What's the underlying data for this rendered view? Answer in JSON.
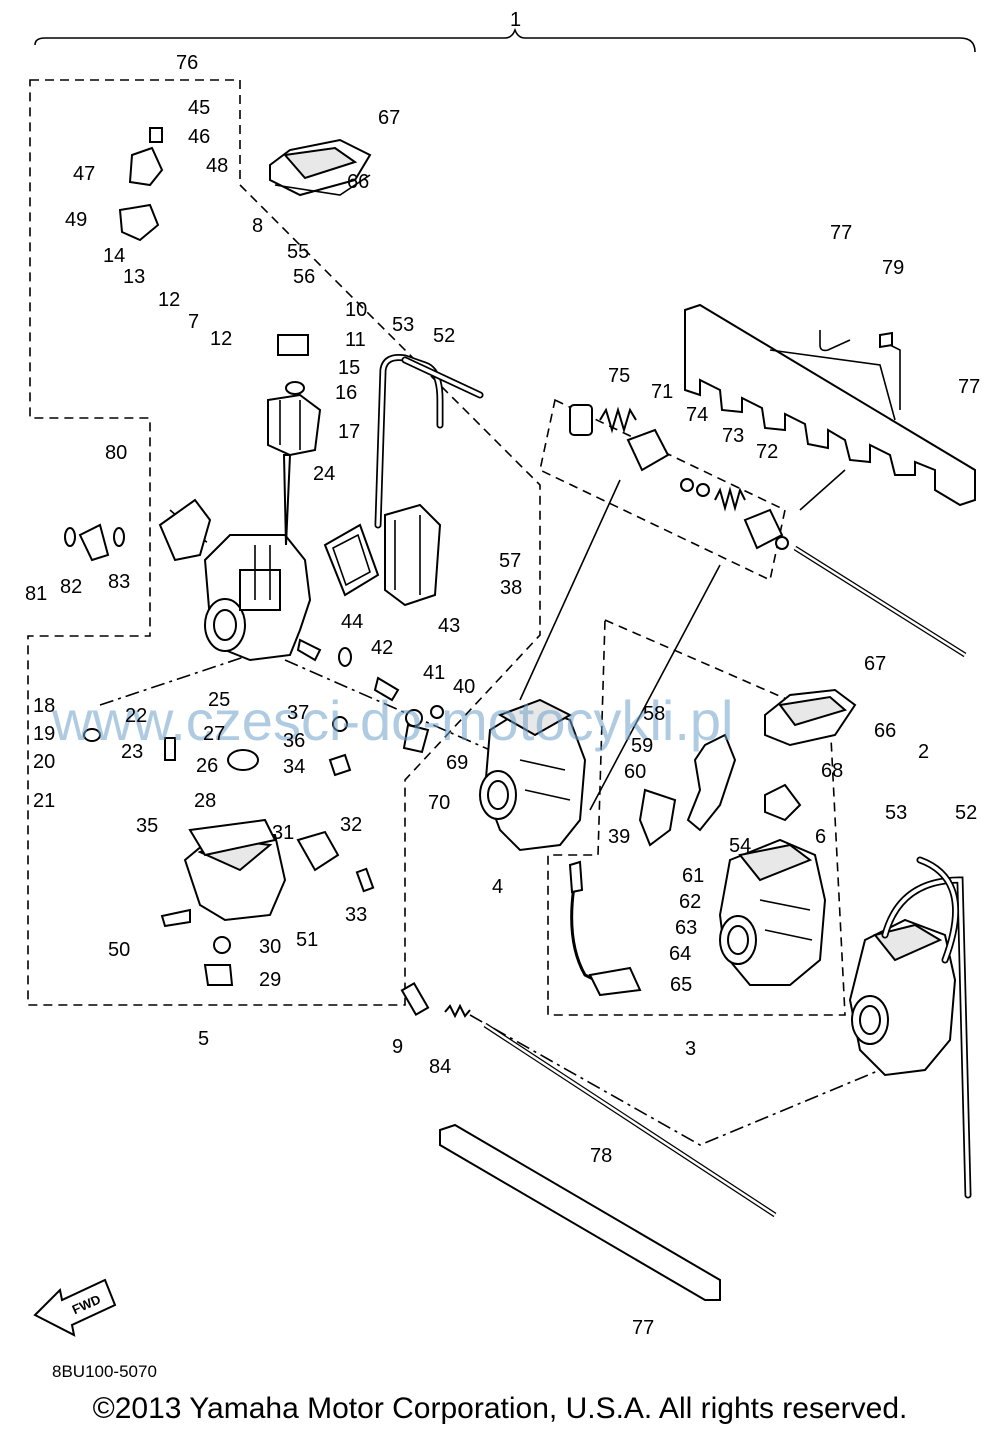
{
  "watermark": "www.czesci-do-motocykli.pl",
  "reference_code": "8BU100-5070",
  "copyright": "©2013 Yamaha Motor Corporation, U.S.A. All rights reserved.",
  "fwd_label": "FWD",
  "callouts": [
    "1",
    "2",
    "3",
    "4",
    "5",
    "6",
    "7",
    "8",
    "10",
    "11",
    "12",
    "13",
    "14",
    "15",
    "16",
    "17",
    "18",
    "19",
    "20",
    "21",
    "22",
    "23",
    "24",
    "25",
    "26",
    "27",
    "28",
    "29",
    "30",
    "31",
    "32",
    "33",
    "34",
    "35",
    "36",
    "37",
    "38",
    "39",
    "40",
    "41",
    "42",
    "43",
    "44",
    "45",
    "46",
    "47",
    "48",
    "49",
    "50",
    "51",
    "52",
    "53",
    "54",
    "55",
    "56",
    "57",
    "58",
    "59",
    "60",
    "61",
    "62",
    "63",
    "64",
    "65",
    "66",
    "67",
    "68",
    "69",
    "70",
    "71",
    "72",
    "73",
    "74",
    "75",
    "76",
    "77",
    "78",
    "79",
    "80",
    "81",
    "82",
    "83",
    "84",
    "9"
  ]
}
